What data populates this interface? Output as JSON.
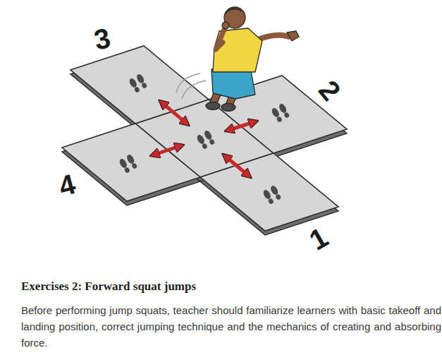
{
  "diagram": {
    "title": "Exercises 2: Forward squat jumps",
    "caption": "Before performing jump squats, teacher should familiarize learners with basic takeoff and landing position, correct jumping technique and the mechanics of creating and absorbing force.",
    "nodes": [
      {
        "text": [
          "3"
        ]
      },
      {
        "text": [
          "2"
        ]
      },
      {
        "text": [
          "4"
        ]
      },
      {
        "text": [
          "1"
        ]
      }
    ]
  }
}
